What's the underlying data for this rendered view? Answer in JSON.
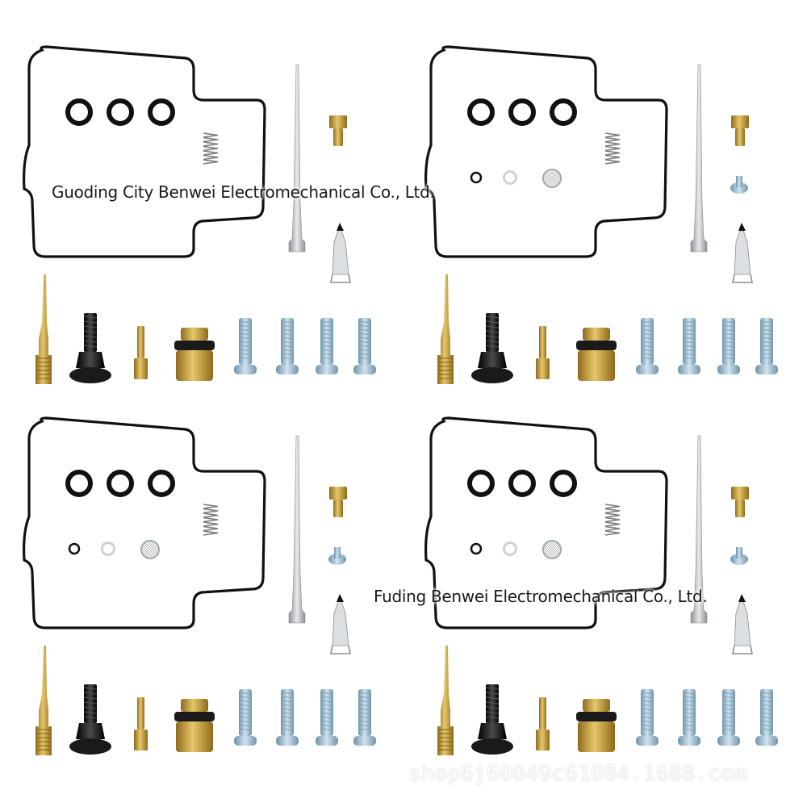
{
  "photo": {
    "background": "#ffffff",
    "kit_count": 4,
    "kits": [
      "top-left",
      "top-right",
      "bottom-left",
      "bottom-right"
    ],
    "colors": {
      "gasket": "#111111",
      "brass": "#c9a23a",
      "silver": "#bfc3c7",
      "blue_screw": "#a9c8da",
      "black_screw": "#1a1a1a"
    }
  },
  "watermarks": {
    "company_top": "Guoding City Benwei Electromechanical Co., Ltd.",
    "company_bottom": "Fuding Benwei Electromechanical Co., Ltd.",
    "shop_url": "shop6j60049c61084.1688.com"
  }
}
